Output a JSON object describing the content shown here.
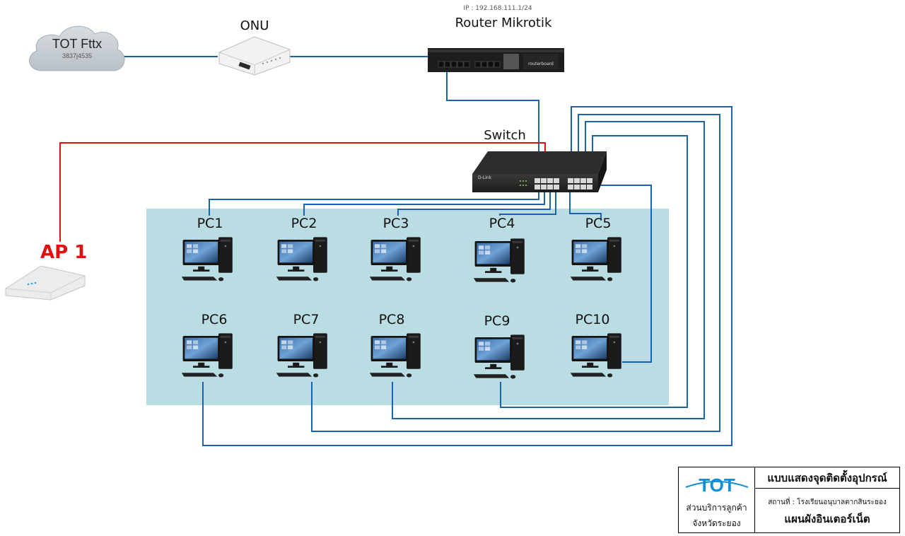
{
  "cloud": {
    "title": "TOT Fttx",
    "subtitle": "3837j4535"
  },
  "onu": {
    "label": "ONU"
  },
  "router": {
    "label": "Router Mikrotik",
    "ip": "IP : 192.168.111.1/24",
    "brand": "routerboard"
  },
  "switch": {
    "label": "Switch",
    "brand": "D-Link"
  },
  "ap": {
    "label": "AP 1"
  },
  "pcs": [
    {
      "label": "PC1"
    },
    {
      "label": "PC2"
    },
    {
      "label": "PC3"
    },
    {
      "label": "PC4"
    },
    {
      "label": "PC5"
    },
    {
      "label": "PC6"
    },
    {
      "label": "PC7"
    },
    {
      "label": "PC8"
    },
    {
      "label": "PC9"
    },
    {
      "label": "PC10"
    }
  ],
  "legend": {
    "logo": "TOT",
    "dept_line1": "ส่วนบริการลูกค้า",
    "dept_line2": "จังหวัดระยอง",
    "title": "แบบแสดงจุดติดตั้งอุปกรณ์",
    "location": "สถานที่ : โรงเรียนอนุบาลตากสินระยอง",
    "plan": "แผนผังอินเตอร์เน็ต"
  },
  "colors": {
    "cable": "#1a62b0",
    "ap_cable": "#e01010",
    "zone": "#b9dde3",
    "tot_blue": "#0f8fd6"
  }
}
